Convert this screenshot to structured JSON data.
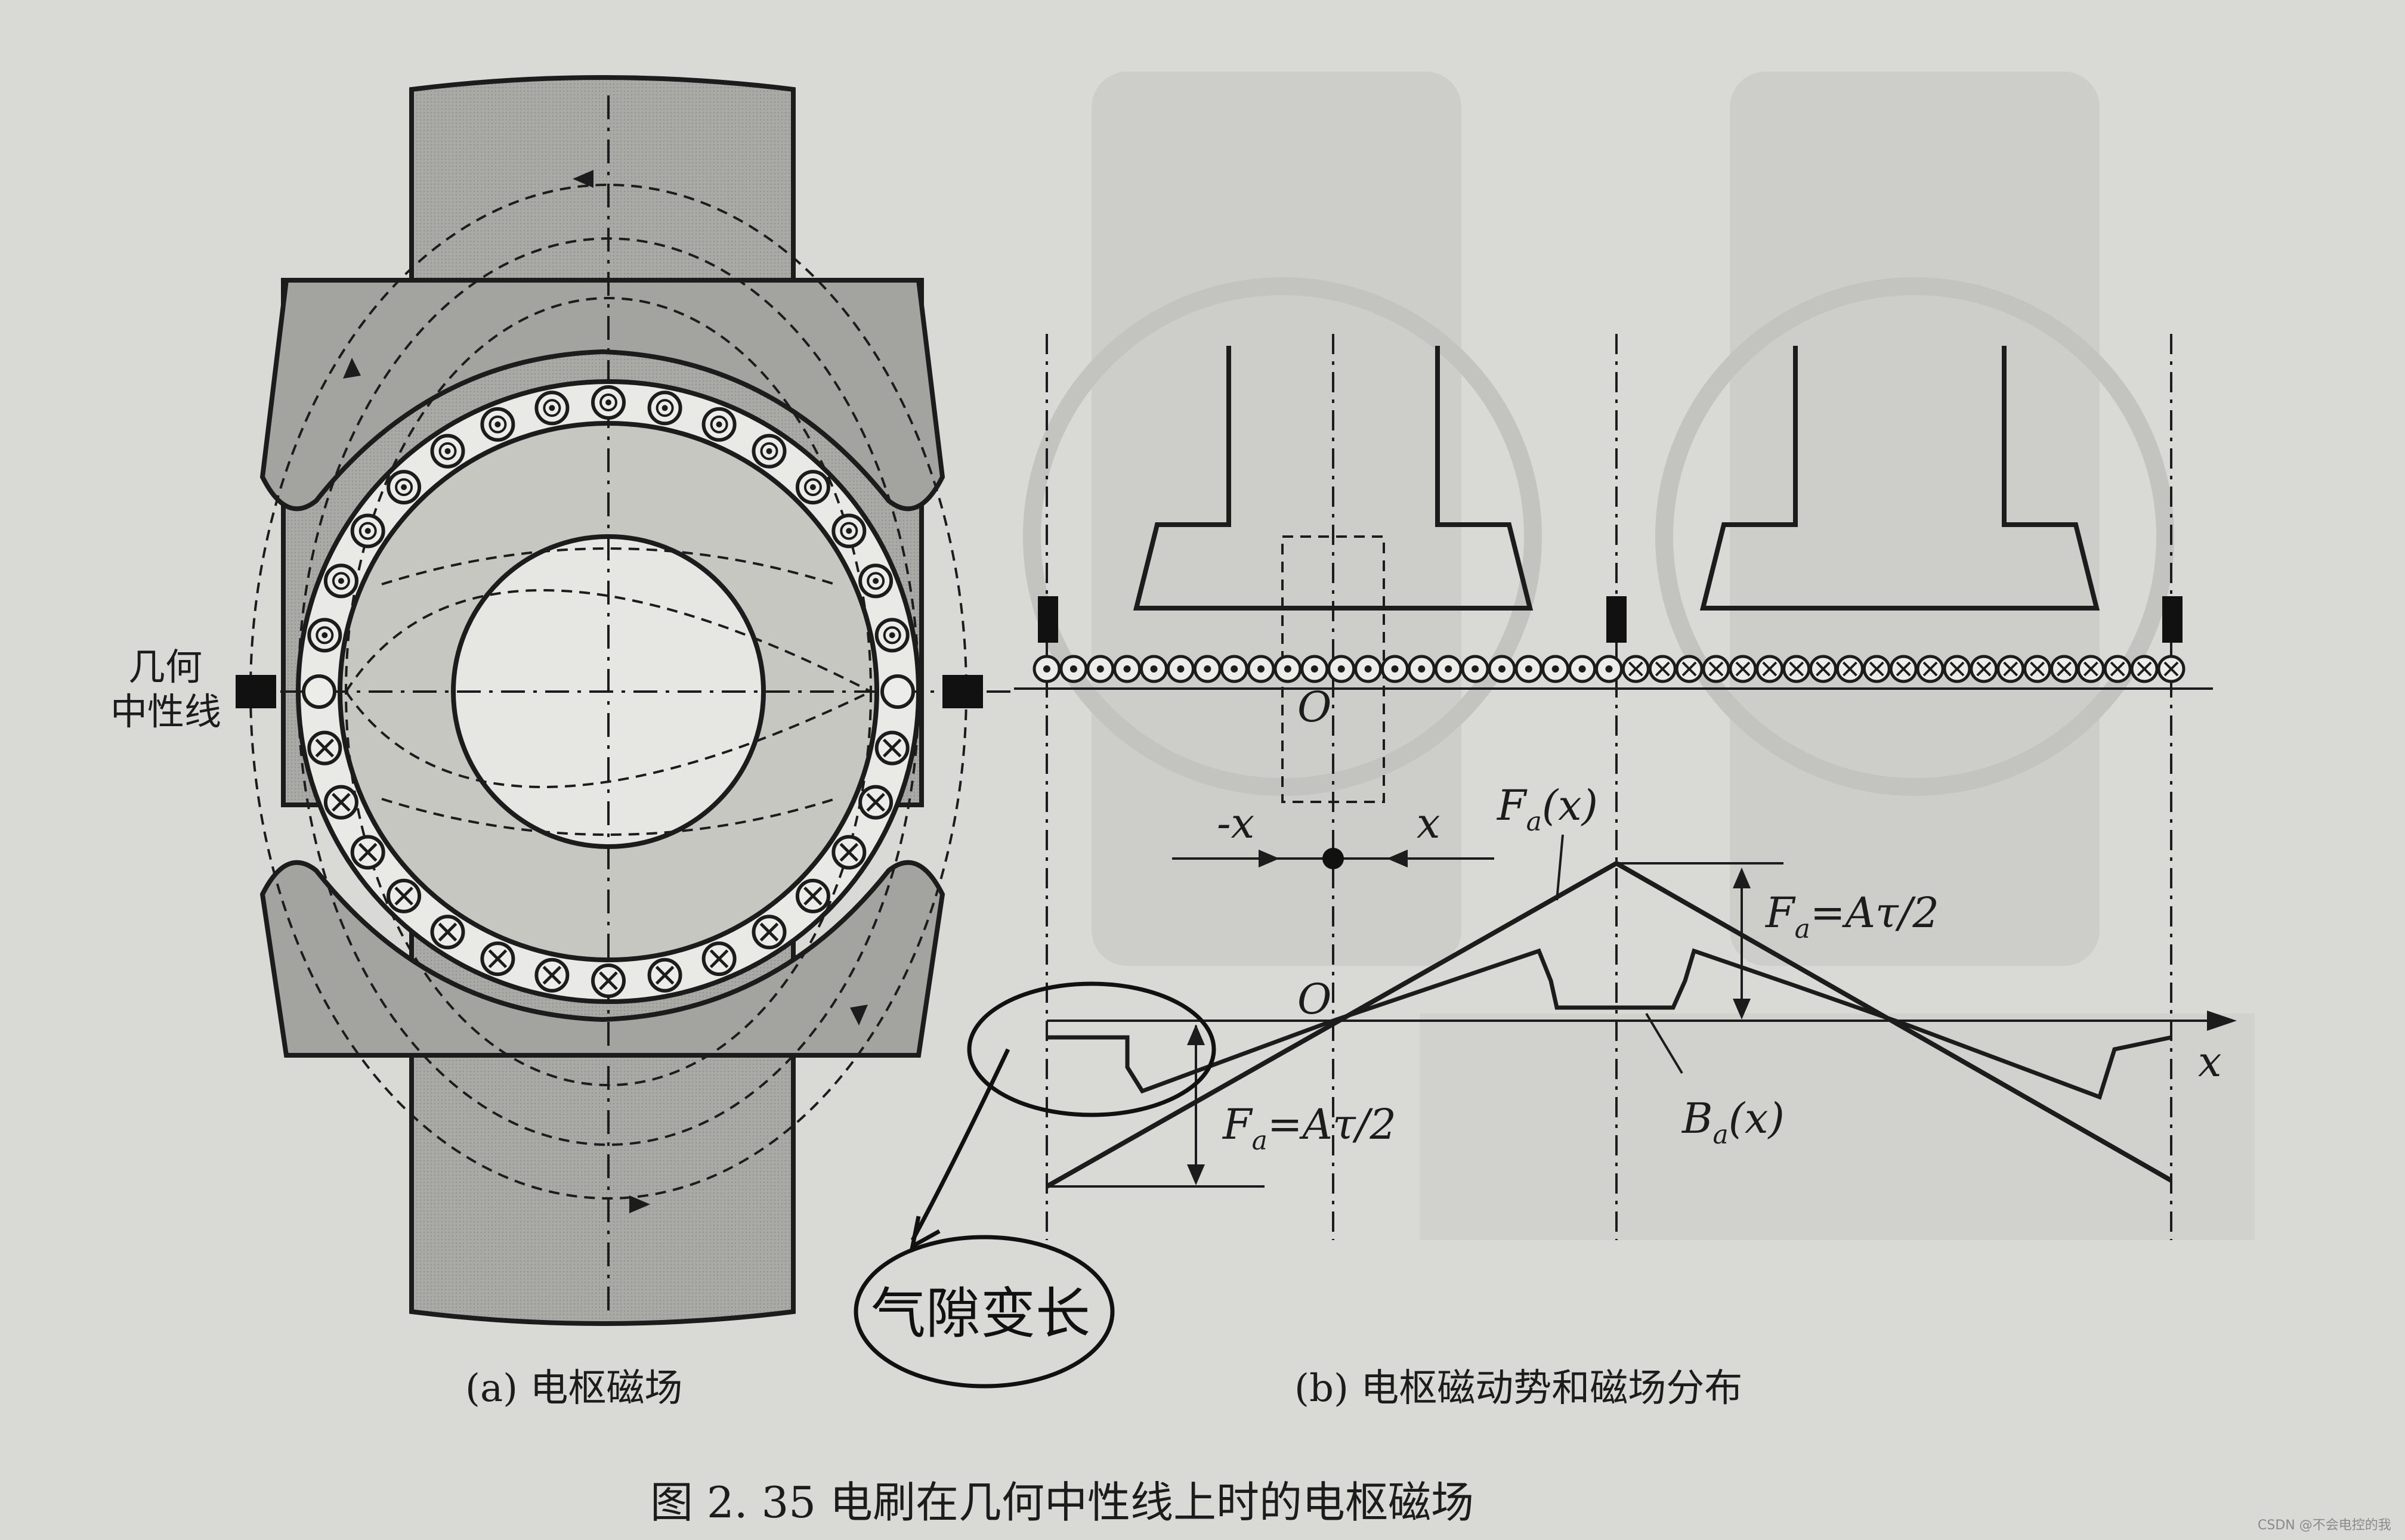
{
  "figure": {
    "title": "图 2. 35   电刷在几何中性线上时的电枢磁场",
    "panel_a_caption": "(a) 电枢磁场",
    "panel_b_caption": "(b) 电枢磁动势和磁场分布"
  },
  "panel_a": {
    "neutral_line_label_1": "几何",
    "neutral_line_label_2": "中性线"
  },
  "panel_b": {
    "origin_label_top": "O",
    "origin_label_axis": "O",
    "x_axis_label": "x",
    "minus_x_label": "-x",
    "plus_x_label": "x",
    "curve_f_label_main": "F",
    "curve_f_label_sub": "a",
    "curve_f_label_arg": "(x)",
    "curve_b_label_main": "B",
    "curve_b_label_sub": "a",
    "curve_b_label_arg": "(x)",
    "amp_top_main": "F",
    "amp_top_sub": "a",
    "amp_top_eq": "=Aτ/2",
    "amp_bottom_main": "F",
    "amp_bottom_sub": "a",
    "amp_bottom_eq": "=Aτ/2"
  },
  "annotation": {
    "handwritten_note": "气隙变长"
  },
  "watermark": "CSDN @不会电控的我"
}
